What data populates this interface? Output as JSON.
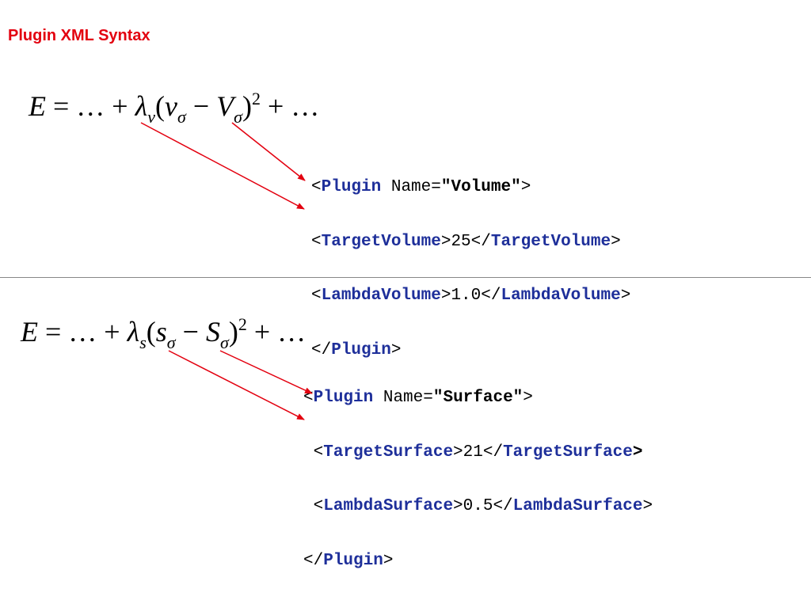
{
  "title": "Plugin XML Syntax",
  "section1": {
    "equation": {
      "E": "E",
      "pre": " = … + ",
      "lambda": "λ",
      "lambda_sub": "v",
      "open": "(",
      "v": "v",
      "v_sub": "σ",
      "minus": " − ",
      "V": "V",
      "V_sub": "σ",
      "close": ")",
      "exp": "2",
      "post": " + …"
    },
    "xml": {
      "l1_open": "<",
      "l1_tag": "Plugin",
      "l1_attr": " Name=",
      "l1_value": "\"Volume\"",
      "l1_close": ">",
      "l2_open": "<",
      "l2_tag": "TargetVolume",
      "l2_mid": ">25</",
      "l2_tag2": "TargetVolume",
      "l2_close": ">",
      "l3_open": "<",
      "l3_tag": "LambdaVolume",
      "l3_mid": ">1.0</",
      "l3_tag2": "LambdaVolume",
      "l3_close": ">",
      "l4_open": "</",
      "l4_tag": "Plugin",
      "l4_close": ">"
    }
  },
  "section2": {
    "equation": {
      "E": "E",
      "pre": " = … + ",
      "lambda": "λ",
      "lambda_sub": "s",
      "open": "(",
      "s": "s",
      "s_sub": "σ",
      "minus": " − ",
      "S": "S",
      "S_sub": "σ",
      "close": ")",
      "exp": "2",
      "post": " + …"
    },
    "xml": {
      "l1_open": "<",
      "l1_tag": "Plugin",
      "l1_attr": " Name=",
      "l1_value": "\"Surface\"",
      "l1_close": ">",
      "l2_open": " <",
      "l2_tag": "TargetSurface",
      "l2_mid": ">21</",
      "l2_tag2": "TargetSurface",
      "l2_close": ">",
      "l3_open": " <",
      "l3_tag": "LambdaSurface",
      "l3_mid": ">0.5</",
      "l3_tag2": "LambdaSurface",
      "l3_close": ">",
      "l4_open": "</",
      "l4_tag": "Plugin",
      "l4_close": ">"
    }
  },
  "colors": {
    "title": "#e3000f",
    "tag": "#1e2f9a",
    "arrow": "#e3000f"
  }
}
